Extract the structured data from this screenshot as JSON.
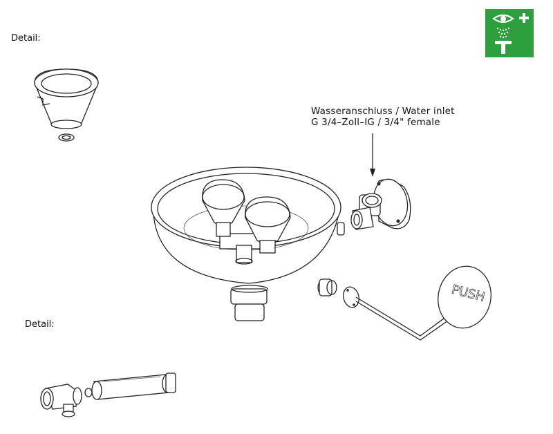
{
  "labels": {
    "detail_top": "Detail:",
    "detail_bottom": "Detail:",
    "inlet_line1": "Wasseranschluss / Water inlet",
    "inlet_line2": "G 3/4–Zoll–IG / 3/4\" female"
  },
  "plate_text": "PUSH",
  "sign": {
    "color": "#2e9e3e",
    "icon": "eyewash-safety-sign-icon"
  }
}
